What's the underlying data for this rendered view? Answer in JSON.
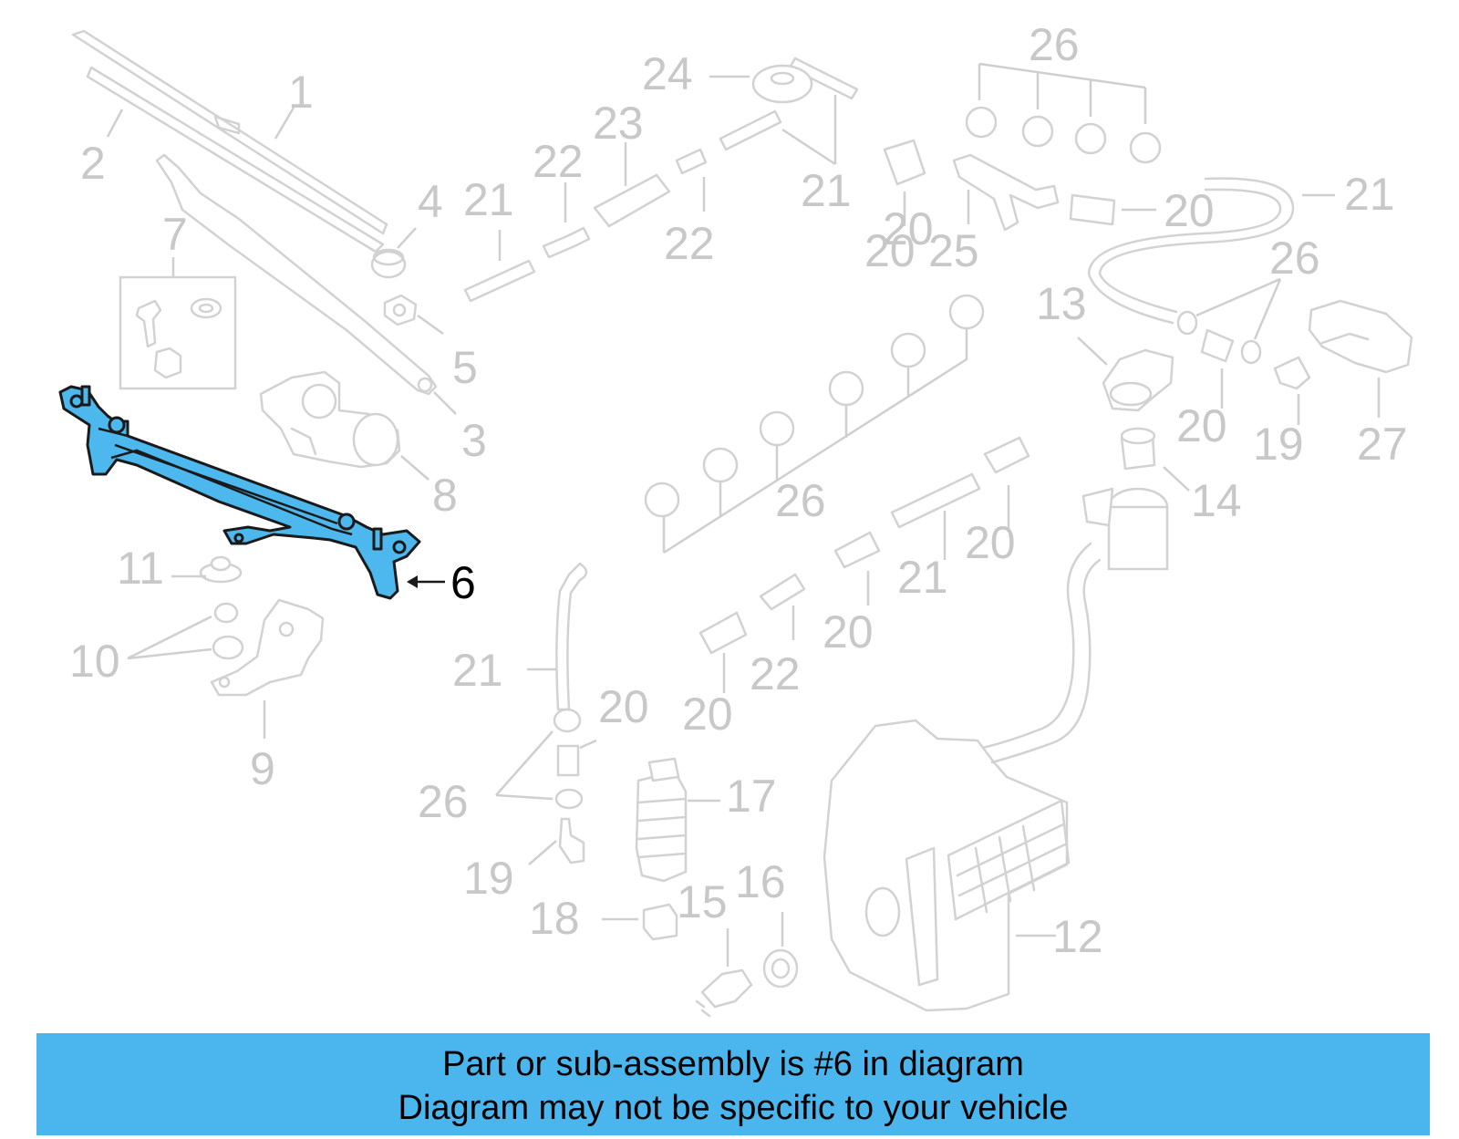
{
  "highlighted_part": "6",
  "labels": {
    "l1": "1",
    "l2": "2",
    "l3": "3",
    "l4": "4",
    "l5": "5",
    "l6": "6",
    "l7": "7",
    "l8": "8",
    "l9": "9",
    "l10": "10",
    "l11": "11",
    "l12": "12",
    "l13": "13",
    "l14": "14",
    "l15": "15",
    "l16": "16",
    "l17": "17",
    "l18": "18",
    "l19a": "19",
    "l19b": "19",
    "l20a": "20",
    "l20b": "20",
    "l20c": "20",
    "l20d": "20",
    "l20e": "20",
    "l20f": "20",
    "l20g": "20",
    "l20h": "20",
    "l21a": "21",
    "l21b": "21",
    "l21c": "21",
    "l21d": "21",
    "l21e": "21",
    "l22a": "22",
    "l22b": "22",
    "l22c": "22",
    "l23": "23",
    "l24": "24",
    "l25": "25",
    "l26a": "26",
    "l26b": "26",
    "l26c": "26",
    "l26d": "26",
    "l27": "27"
  },
  "caption": {
    "line1": "Part or sub-assembly is #6 in diagram",
    "line2": "Diagram may not be specific to your vehicle"
  },
  "colors": {
    "highlight": "#4db8ee",
    "caption_bg": "#4ab6ed",
    "ghost": "#d2d2d2"
  }
}
